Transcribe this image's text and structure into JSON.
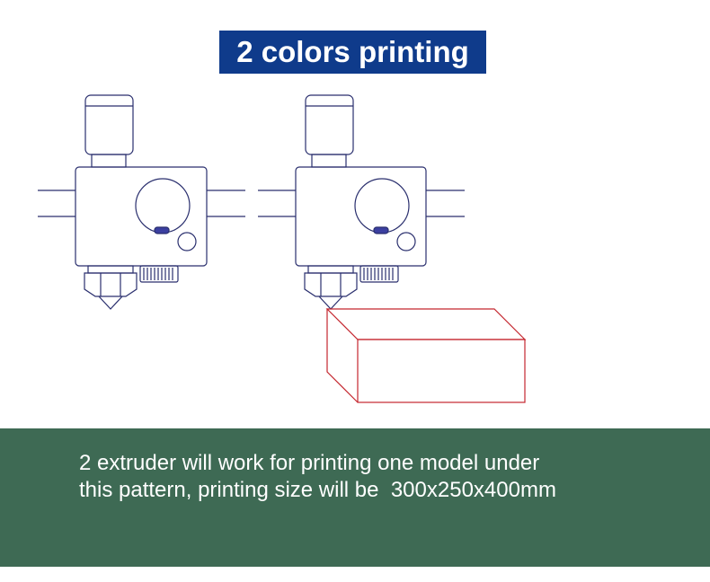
{
  "title": "2 colors printing",
  "caption": {
    "line1": "2 extruder will work for printing one model under",
    "line2": "this pattern, printing size will be  300x250x400mm"
  },
  "colors": {
    "title_bg": "#0f3b8b",
    "caption_bg": "#3e6a54",
    "outline": "#2a2f6e",
    "model_outline": "#c4262e"
  },
  "icons": [
    "extruder-left-icon",
    "extruder-right-icon",
    "printed-model-box-icon"
  ]
}
